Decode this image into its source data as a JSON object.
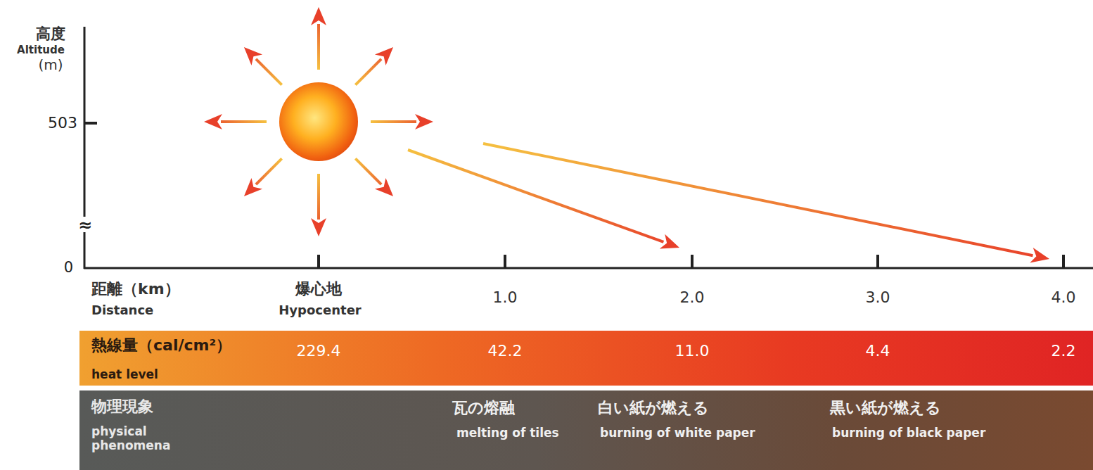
{
  "diagram": {
    "nodes": [
      {
        "text": [
          "熱線量（cal/cm²）",
          "heat level",
          "229.4",
          "42.2",
          "11.0",
          "4.4",
          "2.2"
        ]
      },
      {
        "text": [
          "物理現象",
          "physical phenomena",
          "瓦の熔融",
          "melting of tiles",
          "白い紙が燃える",
          "burning of white paper",
          "黒い紙が燃える",
          "burning of black paper"
        ]
      }
    ],
    "labels": [
      "高度",
      "Altitude",
      "(m)",
      "503",
      "≈",
      "0",
      "距離（km）",
      "Distance",
      "爆心地",
      "Hypocenter",
      "1.0",
      "2.0",
      "3.0",
      "4.0"
    ]
  }
}
